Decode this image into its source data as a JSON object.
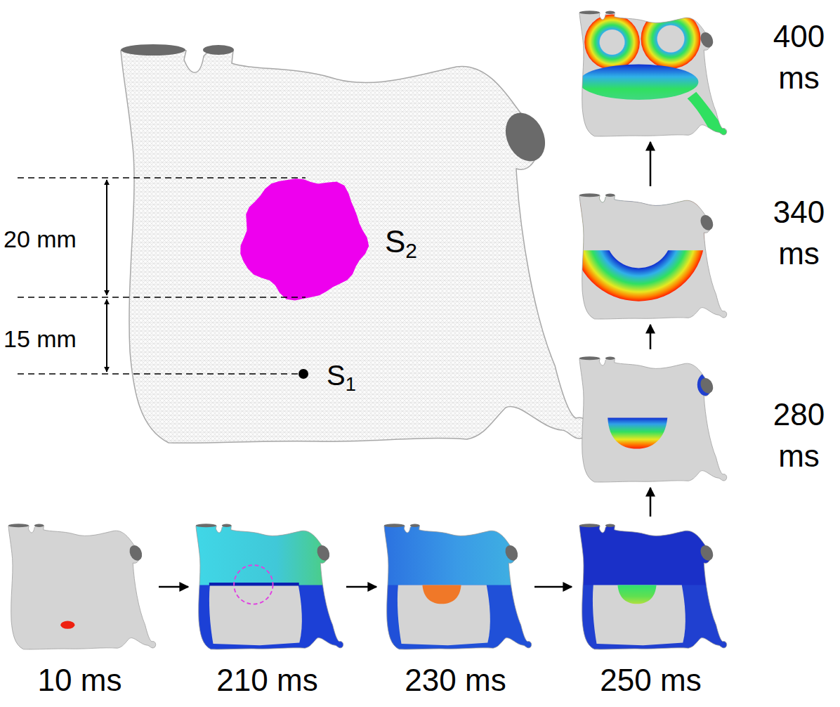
{
  "diagram": {
    "labels": [
      "20 mm",
      "15 mm",
      "S2",
      "S1",
      "10 ms",
      "210 ms",
      "230 ms",
      "250 ms",
      "280 ms",
      "340 ms",
      "400 ms"
    ]
  }
}
